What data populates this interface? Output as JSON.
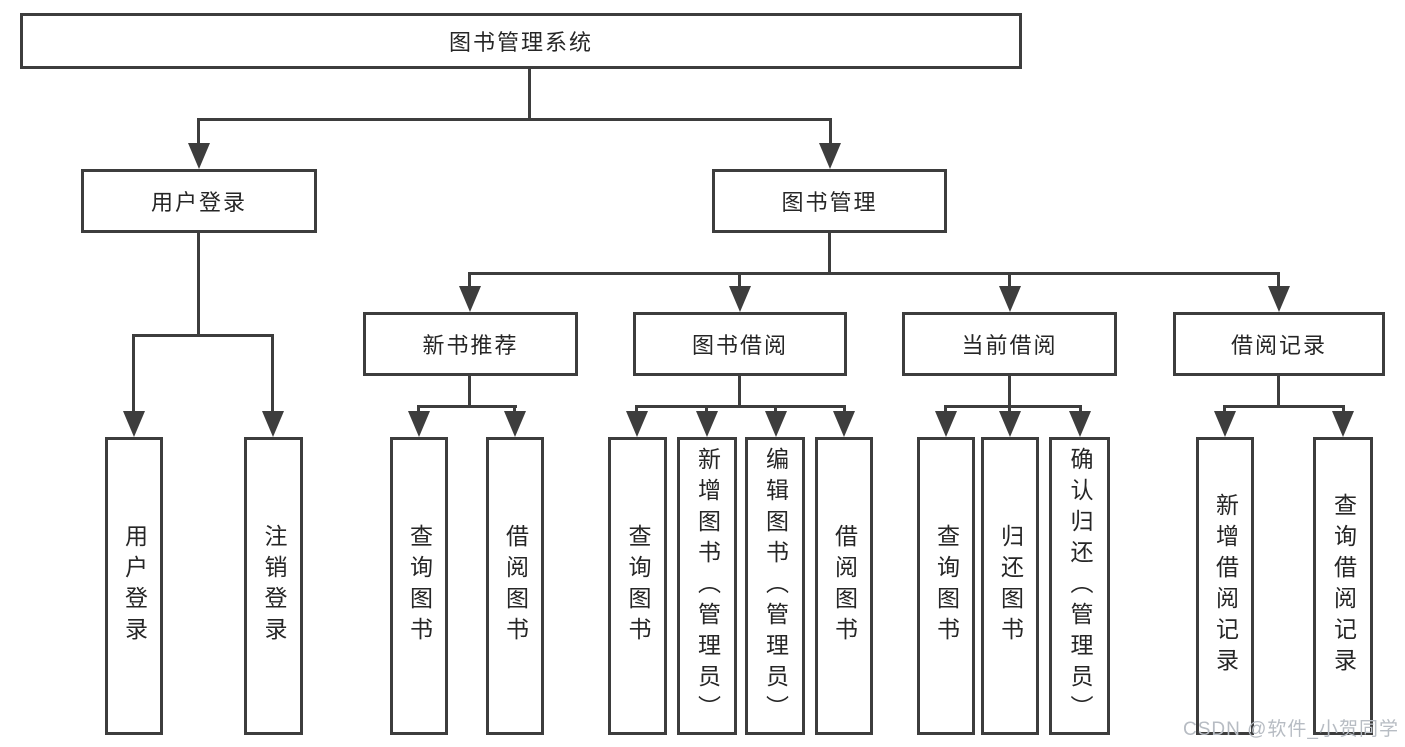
{
  "tree": {
    "root": {
      "label": "图书管理系统"
    },
    "branches": [
      {
        "label": "用户登录",
        "children": [
          {
            "label": "用户登录"
          },
          {
            "label": "注销登录"
          }
        ]
      },
      {
        "label": "图书管理",
        "children": [
          {
            "label": "新书推荐",
            "children": [
              {
                "label": "查询图书"
              },
              {
                "label": "借阅图书"
              }
            ]
          },
          {
            "label": "图书借阅",
            "children": [
              {
                "label": "查询图书"
              },
              {
                "label": "新增图书（管理员）"
              },
              {
                "label": "编辑图书（管理员）"
              },
              {
                "label": "借阅图书"
              }
            ]
          },
          {
            "label": "当前借阅",
            "children": [
              {
                "label": "查询图书"
              },
              {
                "label": "归还图书"
              },
              {
                "label": "确认归还（管理员）"
              }
            ]
          },
          {
            "label": "借阅记录",
            "children": [
              {
                "label": "新增借阅记录"
              },
              {
                "label": "查询借阅记录"
              }
            ]
          }
        ]
      }
    ]
  },
  "watermark": "CSDN @软件_小贺同学",
  "colors": {
    "line": "#3d3d3d",
    "text": "#262626",
    "watermark": "#b7bcc3",
    "background": "#ffffff"
  }
}
